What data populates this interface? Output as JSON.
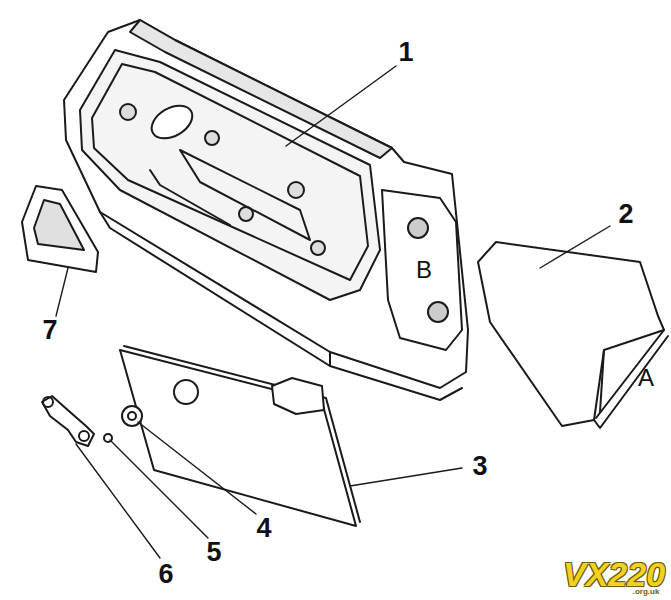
{
  "diagram": {
    "labels": [
      "1",
      "2",
      "A",
      "B",
      "3",
      "4",
      "5",
      "6",
      "7",
      "VX220",
      ".org.uk"
    ]
  }
}
